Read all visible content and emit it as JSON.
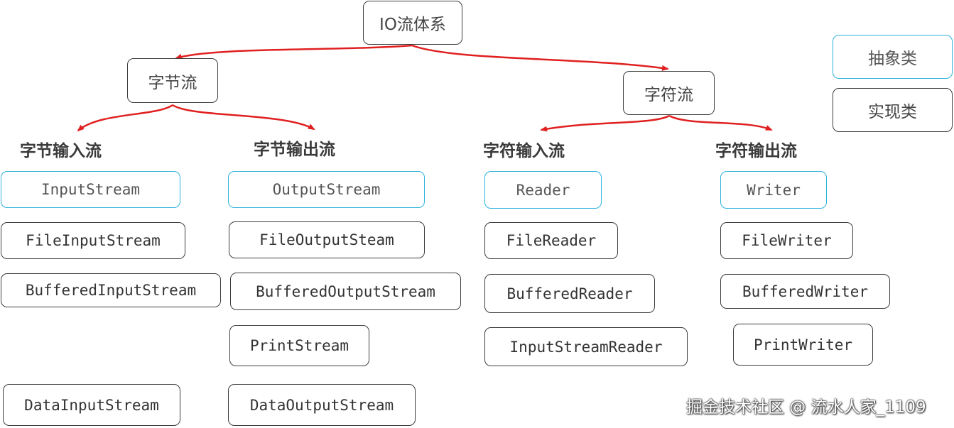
{
  "root": "IO流体系",
  "branches": {
    "byte": "字节流",
    "char": "字符流"
  },
  "legend": {
    "abstract": "抽象类",
    "concrete": "实现类"
  },
  "columns": {
    "byte_input": {
      "title": "字节输入流",
      "abstract": "InputStream",
      "classes": [
        "FileInputStream",
        "BufferedInputStream",
        "DataInputStream"
      ]
    },
    "byte_output": {
      "title": "字节输出流",
      "abstract": "OutputStream",
      "classes": [
        "FileOutputSteam",
        "BufferedOutputStream",
        "PrintStream",
        "DataOutputStream"
      ]
    },
    "char_input": {
      "title": "字符输入流",
      "abstract": "Reader",
      "classes": [
        "FileReader",
        "BufferedReader",
        "InputStreamReader"
      ]
    },
    "char_output": {
      "title": "字符输出流",
      "abstract": "Writer",
      "classes": [
        "FileWriter",
        "BufferedWriter",
        "PrintWriter"
      ]
    }
  },
  "colors": {
    "arrow": "#e02020",
    "abstract_border": "#2fb2dc",
    "concrete_border": "#3d3d3d"
  },
  "watermark": "掘金技术社区 @ 流水人家_1109"
}
